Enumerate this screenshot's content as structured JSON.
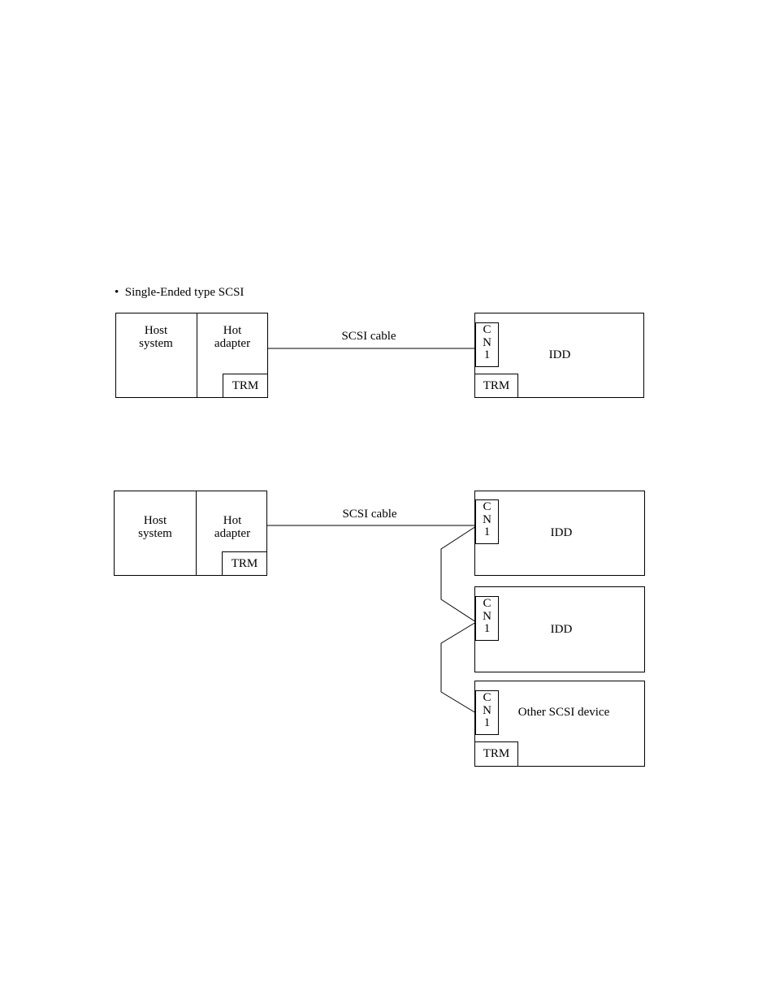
{
  "title": "Single-Ended type SCSI",
  "labels": {
    "host_system_line1": "Host",
    "host_system_line2": "system",
    "hot_adapter_line1": "Hot",
    "hot_adapter_line2": "adapter",
    "terminator": "TRM",
    "cable": "SCSI cable",
    "connector": [
      "C",
      "N",
      "1"
    ],
    "idd": "IDD",
    "other_device": "Other SCSI device"
  }
}
